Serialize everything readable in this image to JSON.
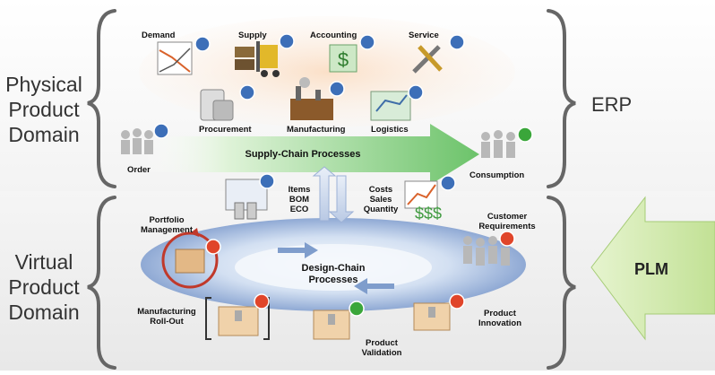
{
  "domains": {
    "physical": "Physical\nProduct\nDomain",
    "virtual": "Virtual\nProduct\nDomain"
  },
  "systems": {
    "erp": "ERP",
    "plm": "PLM"
  },
  "supply_items": {
    "demand": "Demand",
    "supply": "Supply",
    "accounting": "Accounting",
    "service": "Service",
    "procurement": "Procurement",
    "manufacturing": "Manufacturing",
    "logistics": "Logistics",
    "order": "Order",
    "consumption": "Consumption"
  },
  "supply_chain_title": "Supply-Chain Processes",
  "exchange": {
    "left": "Items\nBOM\nECO",
    "right": "Costs\nSales\nQuantity"
  },
  "design_items": {
    "portfolio": "Portfolio\nManagement",
    "customer": "Customer\nRequirements",
    "manufacturing_rollout": "Manufacturing\nRoll-Out",
    "validation": "Product\nValidation",
    "innovation": "Product\nInnovation"
  },
  "design_chain_title": "Design-Chain\nProcesses",
  "colors": {
    "supply_arrow": "#7ccf7a",
    "design_ellipse": "#9fb8dc",
    "plm_arrow": "#cde9a6",
    "badge_blue": "#3d6fb8",
    "badge_red": "#e0452a",
    "badge_green": "#3aa63a"
  }
}
